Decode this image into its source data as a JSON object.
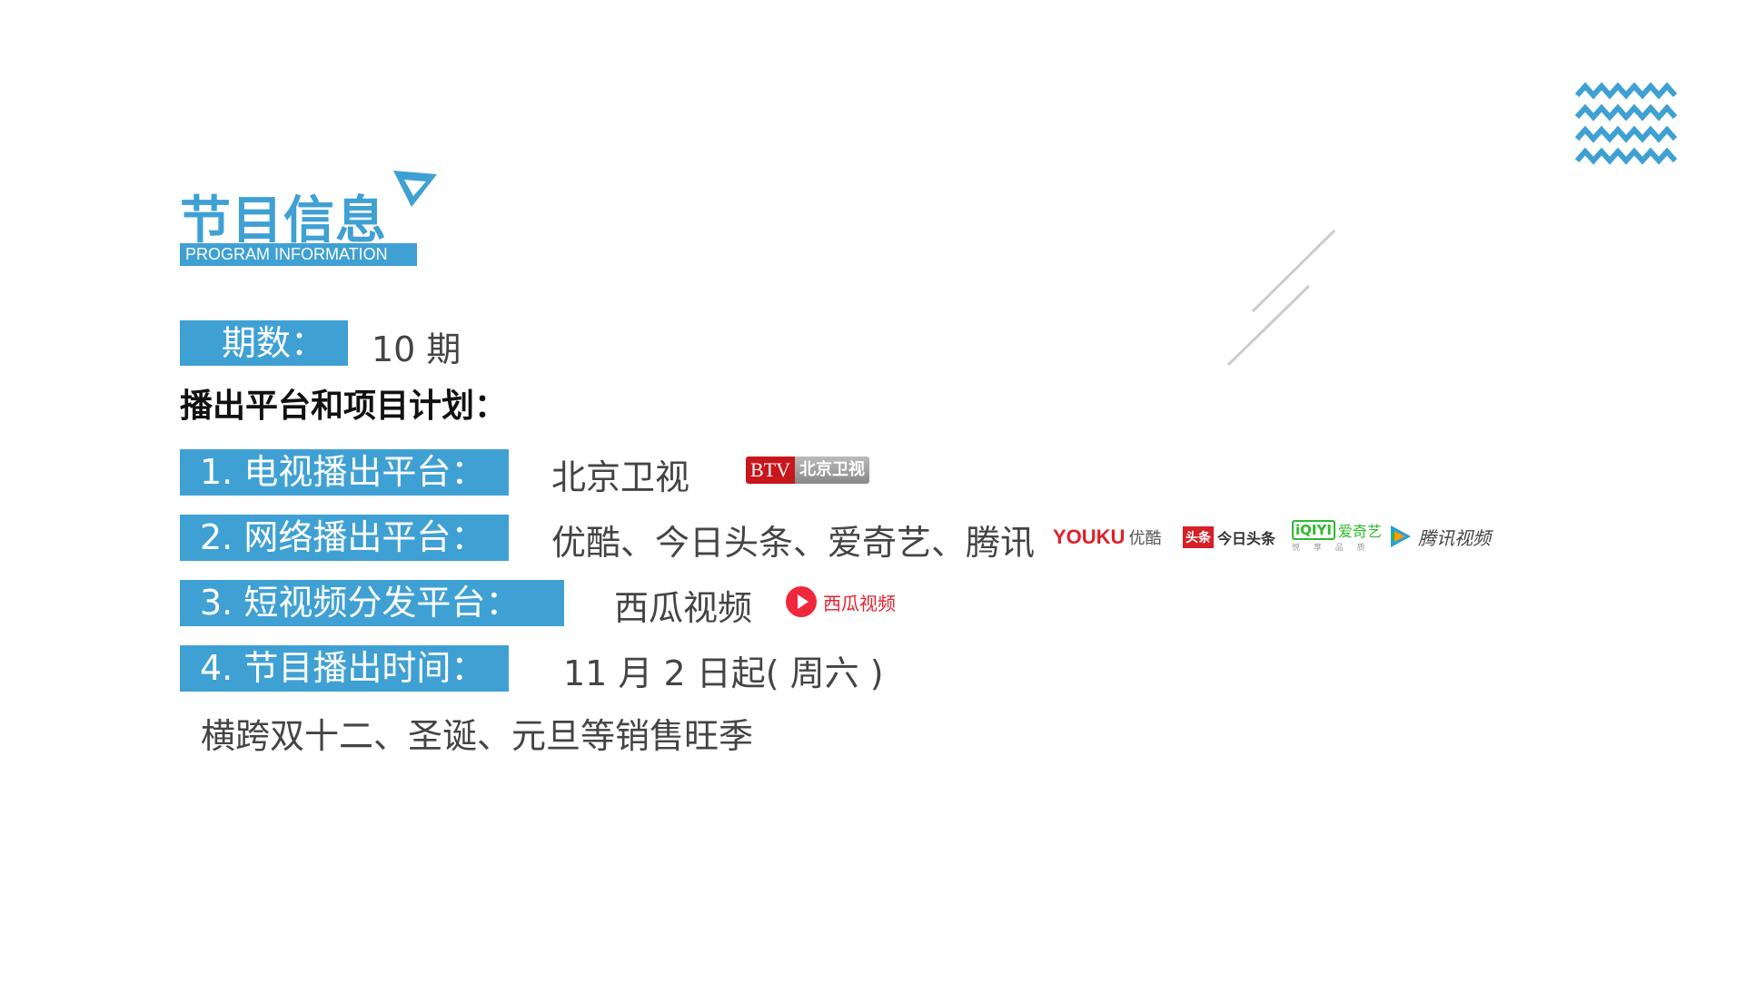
{
  "header": {
    "title": "节目信息",
    "subtitle": "PROGRAM INFORMATION"
  },
  "episodes": {
    "label": "期数：",
    "value": "10 期"
  },
  "plan_heading": "播出平台和项目计划：",
  "rows": [
    {
      "label": "1. 电视播出平台：",
      "value": "北京卫视"
    },
    {
      "label": "2. 网络播出平台：",
      "value": "优酷、今日头条、爱奇艺、腾讯"
    },
    {
      "label": "3. 短视频分发平台：",
      "value": "西瓜视频"
    },
    {
      "label": "4. 节目播出时间：",
      "value": "11 月 2 日起( 周六 )"
    }
  ],
  "note": "横跨双十二、圣诞、元旦等销售旺季",
  "logos": {
    "btv": {
      "mark": "BTV",
      "name": "北京卫视"
    },
    "youku": {
      "mark": "YOUKU",
      "name": "优酷"
    },
    "toutiao": {
      "mark": "头条",
      "name": "今日头条"
    },
    "iqiyi": {
      "mark": "iQIYI",
      "name": "爱奇艺",
      "tagline": "悦 享 品 质"
    },
    "tencent": {
      "name": "腾讯视频"
    },
    "xigua": {
      "name": "西瓜视频"
    }
  },
  "colors": {
    "accent": "#3fa0d4",
    "text": "#444444"
  }
}
